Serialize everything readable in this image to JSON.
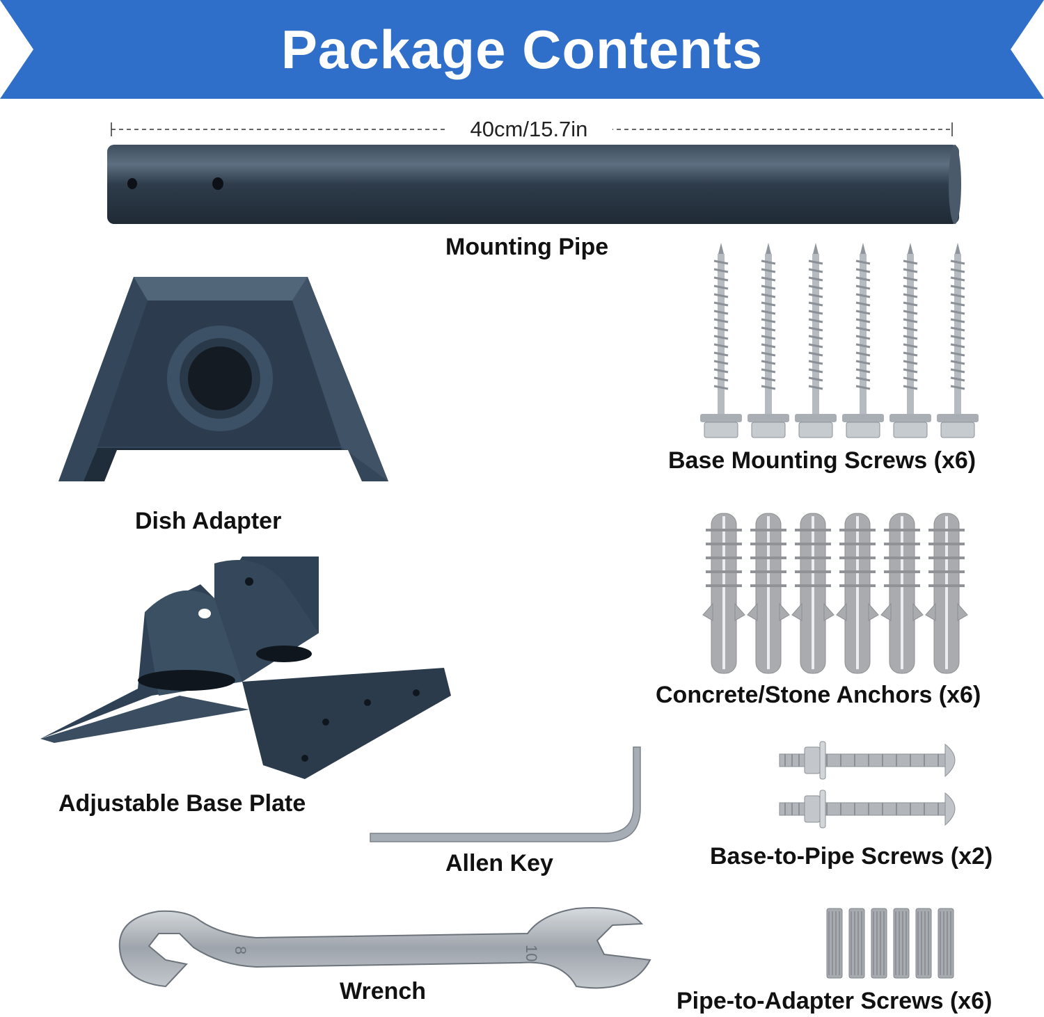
{
  "header": {
    "title": "Package Contents",
    "color": "#2f6fc9"
  },
  "dimension_label": "40cm/15.7in",
  "items": {
    "mounting_pipe": "Mounting Pipe",
    "dish_adapter": "Dish Adapter",
    "base_plate": "Adjustable Base Plate",
    "allen_key": "Allen Key",
    "wrench": "Wrench",
    "base_screws": "Base Mounting Screws (x6)",
    "anchors": "Concrete/Stone Anchors (x6)",
    "base_pipe_screws": "Base-to-Pipe Screws (x2)",
    "pipe_adapter_screws": "Pipe-to-Adapter Screws (x6)"
  },
  "wrench_sizes": {
    "left": "8",
    "right": "10"
  },
  "colors": {
    "metal_dark": "#2f3d4d",
    "steel": "#b9bfc6",
    "anchor_gray": "#a9abae"
  }
}
